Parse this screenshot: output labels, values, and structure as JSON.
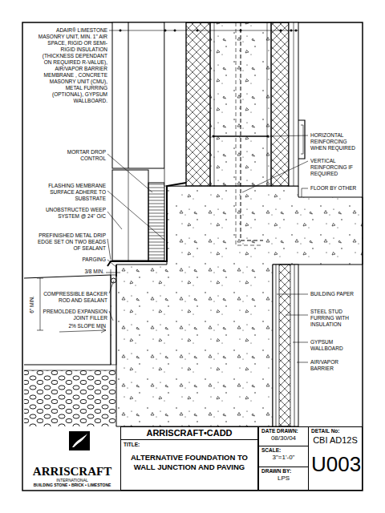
{
  "diagram": {
    "title": "ALTERNATIVE FOUNDATION TO WALL JUNCTION AND PAVING",
    "nodes": [
      {
        "text": [
          "ARRISCRAFT",
          "INTERNATIONAL",
          "BUILDING STONE • BRICK • LIMESTONE"
        ]
      },
      {
        "text": [
          "ARRISCRAFT•CADD"
        ]
      },
      {
        "text": [
          "TITLE:"
        ]
      },
      {
        "text": [
          "DATE DRAWN:",
          "08/30/04"
        ]
      },
      {
        "text": [
          "SCALE:",
          "3\"=1'-0\""
        ]
      },
      {
        "text": [
          "DRAWN BY:",
          "LPS"
        ]
      },
      {
        "text": [
          "DETAIL No:",
          "CBI AD12S",
          "U003"
        ]
      }
    ],
    "labels": [
      "ADAIR® LIMESTONE MASONRY UNIT, MIN. 1\" AIR SPACE, RIGID OR SEMI-RIGID INSULATION (THICKNESS DEPENDANT ON REQUIRED R-VALUE), AIR/VAPOR BARRIER MEMBRANE , CONCRETE MASONRY UNIT (CMU), METAL FURRING (OPTIONAL), GYPSUM WALLBOARD.",
      "MORTAR DROP CONTROL",
      "FLASHING MEMBRANE SURFACE ADHERE TO SUBSTRATE",
      "UNOBSTRUCTED WEEP SYSTEM @ 24\" O/C",
      "PREFINISHED METAL DRIP EDGE SET ON TWO BEADS OF SEALANT",
      "PARGING",
      "3/8 MIN.",
      "6\" MIN.",
      "COMPRESSIBLE BACKER ROD AND SEALANT",
      "PREMOLDED EXPANSION JOINT FILLER",
      "2% SLOPE MIN",
      "HORIZONTAL REINFORCING WHEN REQUIRED",
      "VERTICAL REINFORCING IF REQUIRED",
      "FLOOR BY OTHER",
      "BUILDING PAPER",
      "STEEL STUD FURRING WITH INSULATION",
      "GYPSUM WALLBOARD",
      "AIR/VAPOR BARRIER"
    ]
  }
}
